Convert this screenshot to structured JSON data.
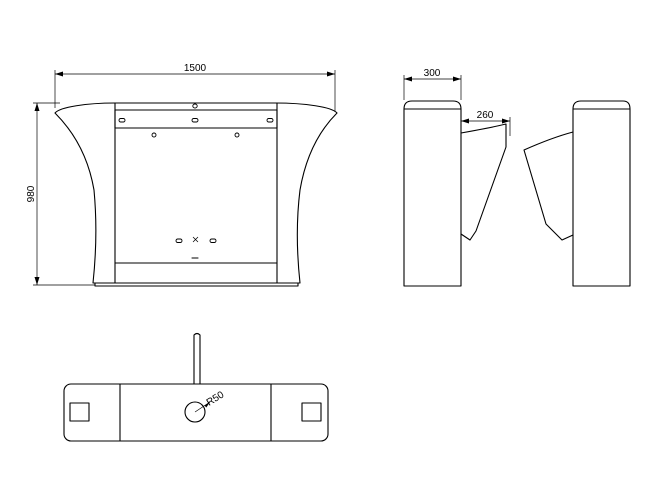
{
  "dimensions": {
    "front_width": "1500",
    "front_height": "980",
    "side_depth": "300",
    "wing_length": "260",
    "radius": "R50"
  },
  "colors": {
    "line": "#000000",
    "background": "#ffffff"
  }
}
